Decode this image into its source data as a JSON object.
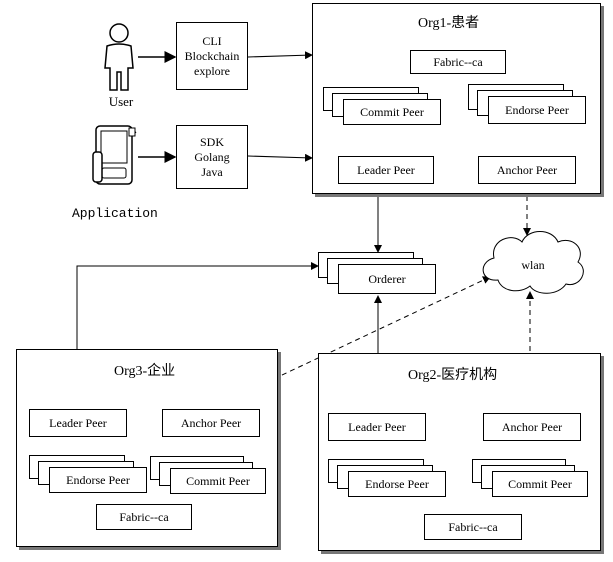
{
  "clients": {
    "user_label": "User",
    "app_label": "Application"
  },
  "cli": {
    "lines": [
      "CLI",
      "Blockchain",
      "explore"
    ]
  },
  "sdk": {
    "lines": [
      "SDK",
      "Golang",
      "Java"
    ]
  },
  "org1": {
    "title": "Org1-患者",
    "ca": "Fabric--ca",
    "commit": "Commit Peer",
    "endorse": "Endorse Peer",
    "leader": "Leader Peer",
    "anchor": "Anchor Peer"
  },
  "orderer": "Orderer",
  "wlan": "wlan",
  "org3": {
    "title": "Org3-企业",
    "leader": "Leader Peer",
    "anchor": "Anchor Peer",
    "endorse": "Endorse Peer",
    "commit": "Commit Peer",
    "ca": "Fabric--ca"
  },
  "org2": {
    "title": "Org2-医疗机构",
    "leader": "Leader Peer",
    "anchor": "Anchor Peer",
    "endorse": "Endorse Peer",
    "commit": "Commit Peer",
    "ca": "Fabric--ca"
  }
}
